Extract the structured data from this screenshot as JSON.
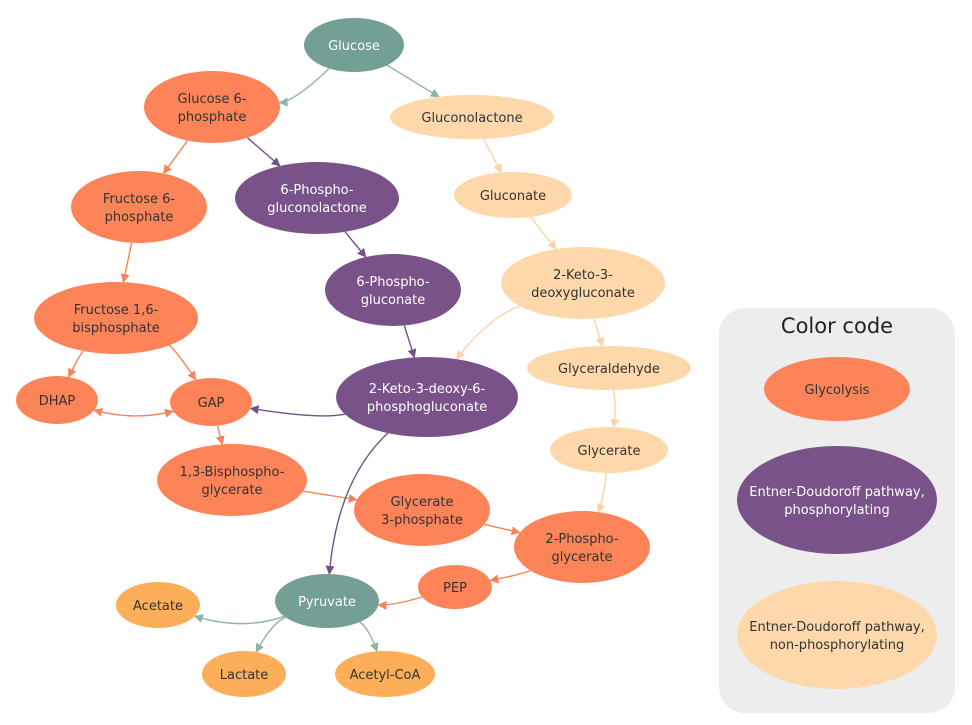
{
  "colors": {
    "glycolysis": "#FD8459",
    "ed_phosphorylating": "#7A528A",
    "ed_non_phosphorylating": "#FDD8AA",
    "hub": "#739F94",
    "product": "#FCAE59",
    "legend_bg": "#EDEDED",
    "text_dark": "#333333",
    "text_light": "#FFFFFF"
  },
  "nodes": [
    {
      "id": "glucose",
      "lines": [
        "Glucose"
      ],
      "category": "hub"
    },
    {
      "id": "glucose-6-phosphate",
      "lines": [
        "Glucose 6-",
        "phosphate"
      ],
      "category": "glycolysis"
    },
    {
      "id": "gluconolactone",
      "lines": [
        "Gluconolactone"
      ],
      "category": "ed_non_phosphorylating"
    },
    {
      "id": "fructose-6-phosphate",
      "lines": [
        "Fructose 6-",
        "phosphate"
      ],
      "category": "glycolysis"
    },
    {
      "id": "6-phosphogluconolactone",
      "lines": [
        "6-Phospho-",
        "gluconolactone"
      ],
      "category": "ed_phosphorylating"
    },
    {
      "id": "gluconate",
      "lines": [
        "Gluconate"
      ],
      "category": "ed_non_phosphorylating"
    },
    {
      "id": "6-phosphogluconate",
      "lines": [
        "6-Phospho-",
        "gluconate"
      ],
      "category": "ed_phosphorylating"
    },
    {
      "id": "2-keto-3-deoxygluconate",
      "lines": [
        "2-Keto-3-",
        "deoxygluconate"
      ],
      "category": "ed_non_phosphorylating"
    },
    {
      "id": "fructose-1-6-bisphosphate",
      "lines": [
        "Fructose 1,6-",
        "bisphosphate"
      ],
      "category": "glycolysis"
    },
    {
      "id": "glyceraldehyde",
      "lines": [
        "Glyceraldehyde"
      ],
      "category": "ed_non_phosphorylating"
    },
    {
      "id": "dhap",
      "lines": [
        "DHAP"
      ],
      "category": "glycolysis"
    },
    {
      "id": "gap",
      "lines": [
        "GAP"
      ],
      "category": "glycolysis"
    },
    {
      "id": "2-keto-3-deoxy-6-phosphogluconate",
      "lines": [
        "2-Keto-3-deoxy-6-",
        "phosphogluconate"
      ],
      "category": "ed_phosphorylating"
    },
    {
      "id": "glycerate",
      "lines": [
        "Glycerate"
      ],
      "category": "ed_non_phosphorylating"
    },
    {
      "id": "1-3-bisphosphoglycerate",
      "lines": [
        "1,3-Bisphospho-",
        "glycerate"
      ],
      "category": "glycolysis"
    },
    {
      "id": "glycerate-3-phosphate",
      "lines": [
        "Glycerate",
        "3-phosphate"
      ],
      "category": "glycolysis"
    },
    {
      "id": "2-phosphoglycerate",
      "lines": [
        "2-Phospho-",
        "glycerate"
      ],
      "category": "glycolysis"
    },
    {
      "id": "pep",
      "lines": [
        "PEP"
      ],
      "category": "glycolysis"
    },
    {
      "id": "pyruvate",
      "lines": [
        "Pyruvate"
      ],
      "category": "hub"
    },
    {
      "id": "acetate",
      "lines": [
        "Acetate"
      ],
      "category": "product"
    },
    {
      "id": "lactate",
      "lines": [
        "Lactate"
      ],
      "category": "product"
    },
    {
      "id": "acetyl-coa",
      "lines": [
        "Acetyl-CoA"
      ],
      "category": "product"
    }
  ],
  "edges": [
    {
      "from": "glucose",
      "to": "glucose-6-phosphate",
      "category": "hub"
    },
    {
      "from": "glucose",
      "to": "gluconolactone",
      "category": "hub"
    },
    {
      "from": "glucose-6-phosphate",
      "to": "fructose-6-phosphate",
      "category": "glycolysis"
    },
    {
      "from": "glucose-6-phosphate",
      "to": "6-phosphogluconolactone",
      "category": "ed_phosphorylating"
    },
    {
      "from": "fructose-6-phosphate",
      "to": "fructose-1-6-bisphosphate",
      "category": "glycolysis"
    },
    {
      "from": "fructose-1-6-bisphosphate",
      "to": "dhap",
      "category": "glycolysis"
    },
    {
      "from": "fructose-1-6-bisphosphate",
      "to": "gap",
      "category": "glycolysis"
    },
    {
      "from": "dhap",
      "to": "gap",
      "category": "glycolysis",
      "bidirectional": true
    },
    {
      "from": "gap",
      "to": "1-3-bisphosphoglycerate",
      "category": "glycolysis"
    },
    {
      "from": "1-3-bisphosphoglycerate",
      "to": "glycerate-3-phosphate",
      "category": "glycolysis"
    },
    {
      "from": "glycerate-3-phosphate",
      "to": "2-phosphoglycerate",
      "category": "glycolysis"
    },
    {
      "from": "2-phosphoglycerate",
      "to": "pep",
      "category": "glycolysis"
    },
    {
      "from": "pep",
      "to": "pyruvate",
      "category": "glycolysis"
    },
    {
      "from": "6-phosphogluconolactone",
      "to": "6-phosphogluconate",
      "category": "ed_phosphorylating"
    },
    {
      "from": "6-phosphogluconate",
      "to": "2-keto-3-deoxy-6-phosphogluconate",
      "category": "ed_phosphorylating"
    },
    {
      "from": "2-keto-3-deoxy-6-phosphogluconate",
      "to": "gap",
      "category": "ed_phosphorylating"
    },
    {
      "from": "2-keto-3-deoxy-6-phosphogluconate",
      "to": "pyruvate",
      "category": "ed_phosphorylating"
    },
    {
      "from": "gluconolactone",
      "to": "gluconate",
      "category": "ed_non_phosphorylating"
    },
    {
      "from": "gluconate",
      "to": "2-keto-3-deoxygluconate",
      "category": "ed_non_phosphorylating"
    },
    {
      "from": "2-keto-3-deoxygluconate",
      "to": "2-keto-3-deoxy-6-phosphogluconate",
      "category": "ed_non_phosphorylating"
    },
    {
      "from": "2-keto-3-deoxygluconate",
      "to": "glyceraldehyde",
      "category": "ed_non_phosphorylating"
    },
    {
      "from": "glyceraldehyde",
      "to": "glycerate",
      "category": "ed_non_phosphorylating"
    },
    {
      "from": "glycerate",
      "to": "2-phosphoglycerate",
      "category": "ed_non_phosphorylating"
    },
    {
      "from": "pyruvate",
      "to": "acetate",
      "category": "hub"
    },
    {
      "from": "pyruvate",
      "to": "lactate",
      "category": "hub"
    },
    {
      "from": "pyruvate",
      "to": "acetyl-coa",
      "category": "hub"
    }
  ],
  "legend": {
    "title": "Color code",
    "items": [
      {
        "category": "glycolysis",
        "lines": [
          "Glycolysis"
        ]
      },
      {
        "category": "ed_phosphorylating",
        "lines": [
          "Entner-Doudoroff pathway,",
          "phosphorylating"
        ]
      },
      {
        "category": "ed_non_phosphorylating",
        "lines": [
          "Entner-Doudoroff pathway,",
          "non-phosphorylating"
        ]
      }
    ]
  }
}
